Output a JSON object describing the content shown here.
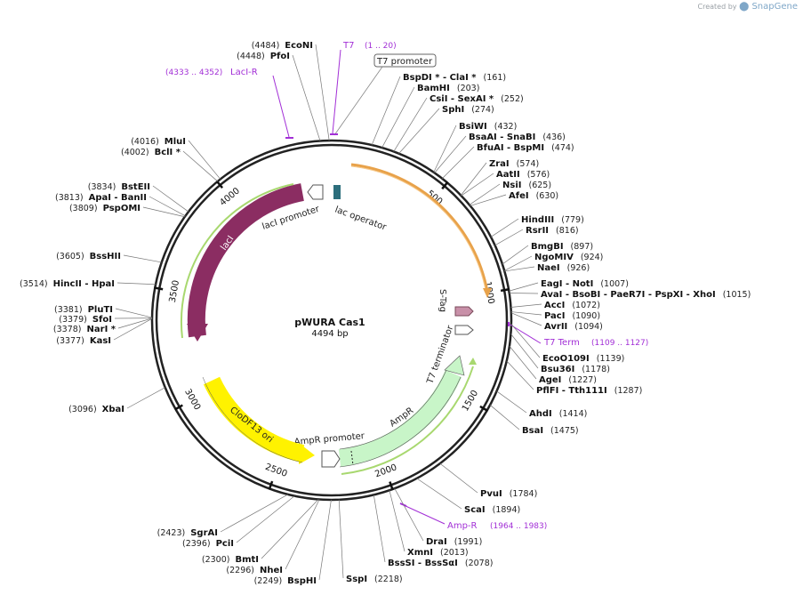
{
  "brand": {
    "created_by": "Created by",
    "product": "SnapGene"
  },
  "plasmid": {
    "name": "pWURA Cas1",
    "length": "4494 bp",
    "total_bp": 4494
  },
  "colors": {
    "ring": "#222222",
    "lacI": "#8b2d62",
    "ori": "#fff200",
    "ampR": "#c8f5c8",
    "origin_arc": "#e8a24a",
    "primer": "#a22fd6",
    "operator": "#2c6e7c"
  },
  "ticks": [
    {
      "label": "500",
      "bp": 500
    },
    {
      "label": "1000",
      "bp": 1000
    },
    {
      "label": "1500",
      "bp": 1500
    },
    {
      "label": "2000",
      "bp": 2000
    },
    {
      "label": "2500",
      "bp": 2500
    },
    {
      "label": "3000",
      "bp": 3000
    },
    {
      "label": "3500",
      "bp": 3500
    },
    {
      "label": "4000",
      "bp": 4000
    }
  ],
  "features": {
    "lacI": "lacI",
    "lacI_promoter": "lacI promoter",
    "lac_operator": "lac operator",
    "ampR": "AmpR",
    "ampR_promoter": "AmpR promoter",
    "ori": "CloDF13 ori",
    "t7_terminator": "T7 terminator",
    "s_tag": "S-Tag",
    "t7_promoter": "T7 promoter"
  },
  "primers": [
    {
      "name": "T7",
      "range": "(1 .. 20)"
    },
    {
      "name": "LacI-R",
      "range": "(4333 .. 4352)"
    },
    {
      "name": "T7 Term",
      "range": "(1109 .. 1127)"
    },
    {
      "name": "Amp-R",
      "range": "(1964 .. 1983)"
    }
  ],
  "sites": [
    {
      "name": "EcoNI",
      "pos": "(4484)"
    },
    {
      "name": "PfoI",
      "pos": "(4448)"
    },
    {
      "name": "BspDI *  -  ClaI *",
      "pos": "(161)"
    },
    {
      "name": "BamHI",
      "pos": "(203)"
    },
    {
      "name": "CsiI  -  SexAI *",
      "pos": "(252)"
    },
    {
      "name": "SphI",
      "pos": "(274)"
    },
    {
      "name": "BsiWI",
      "pos": "(432)"
    },
    {
      "name": "BsaAI  -  SnaBI",
      "pos": "(436)"
    },
    {
      "name": "BfuAI  -  BspMI",
      "pos": "(474)"
    },
    {
      "name": "ZraI",
      "pos": "(574)"
    },
    {
      "name": "AatII",
      "pos": "(576)"
    },
    {
      "name": "NsiI",
      "pos": "(625)"
    },
    {
      "name": "AfeI",
      "pos": "(630)"
    },
    {
      "name": "HindIII",
      "pos": "(779)"
    },
    {
      "name": "RsrII",
      "pos": "(816)"
    },
    {
      "name": "BmgBI",
      "pos": "(897)"
    },
    {
      "name": "NgoMIV",
      "pos": "(924)"
    },
    {
      "name": "NaeI",
      "pos": "(926)"
    },
    {
      "name": "EagI  -  NotI",
      "pos": "(1007)"
    },
    {
      "name": "AvaI  -  BsoBI  -  PaeR7I  -  PspXI  -  XhoI",
      "pos": "(1015)"
    },
    {
      "name": "AccI",
      "pos": "(1072)"
    },
    {
      "name": "PacI",
      "pos": "(1090)"
    },
    {
      "name": "AvrII",
      "pos": "(1094)"
    },
    {
      "name": "EcoO109I",
      "pos": "(1139)"
    },
    {
      "name": "Bsu36I",
      "pos": "(1178)"
    },
    {
      "name": "AgeI",
      "pos": "(1227)"
    },
    {
      "name": "PflFI  -  Tth111I",
      "pos": "(1287)"
    },
    {
      "name": "AhdI",
      "pos": "(1414)"
    },
    {
      "name": "BsaI",
      "pos": "(1475)"
    },
    {
      "name": "PvuI",
      "pos": "(1784)"
    },
    {
      "name": "ScaI",
      "pos": "(1894)"
    },
    {
      "name": "DraI",
      "pos": "(1991)"
    },
    {
      "name": "XmnI",
      "pos": "(2013)"
    },
    {
      "name": "BssSI  -  BssSαI",
      "pos": "(2078)"
    },
    {
      "name": "SspI",
      "pos": "(2218)"
    },
    {
      "name": "BspHI",
      "pos": "(2249)"
    },
    {
      "name": "NheI",
      "pos": "(2296)"
    },
    {
      "name": "BmtI",
      "pos": "(2300)"
    },
    {
      "name": "PciI",
      "pos": "(2396)"
    },
    {
      "name": "SgrAI",
      "pos": "(2423)"
    },
    {
      "name": "XbaI",
      "pos": "(3096)"
    },
    {
      "name": "PluTI",
      "pos": "(3381)"
    },
    {
      "name": "SfoI",
      "pos": "(3379)"
    },
    {
      "name": "NarI *",
      "pos": "(3378)"
    },
    {
      "name": "KasI",
      "pos": "(3377)"
    },
    {
      "name": "HincII  -  HpaI",
      "pos": "(3514)"
    },
    {
      "name": "BssHII",
      "pos": "(3605)"
    },
    {
      "name": "PspOMI",
      "pos": "(3809)"
    },
    {
      "name": "ApaI  -  BanII",
      "pos": "(3813)"
    },
    {
      "name": "BstEII",
      "pos": "(3834)"
    },
    {
      "name": "BclI *",
      "pos": "(4002)"
    },
    {
      "name": "MluI",
      "pos": "(4016)"
    }
  ]
}
